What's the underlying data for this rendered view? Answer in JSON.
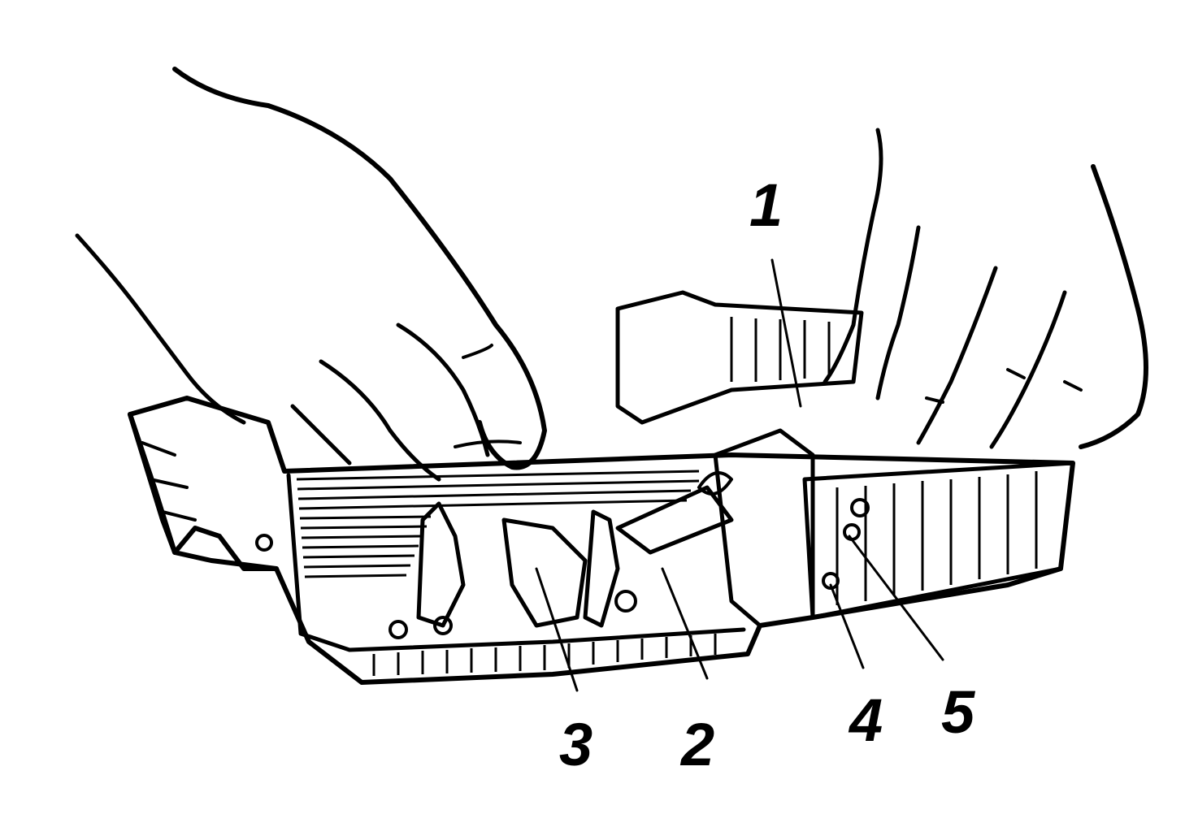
{
  "colors": {
    "ink": "#000000",
    "paper": "#ffffff"
  },
  "callouts": [
    {
      "id": "1",
      "label": "1"
    },
    {
      "id": "2",
      "label": "2"
    },
    {
      "id": "3",
      "label": "3"
    },
    {
      "id": "4",
      "label": "4"
    },
    {
      "id": "5",
      "label": "5"
    }
  ]
}
